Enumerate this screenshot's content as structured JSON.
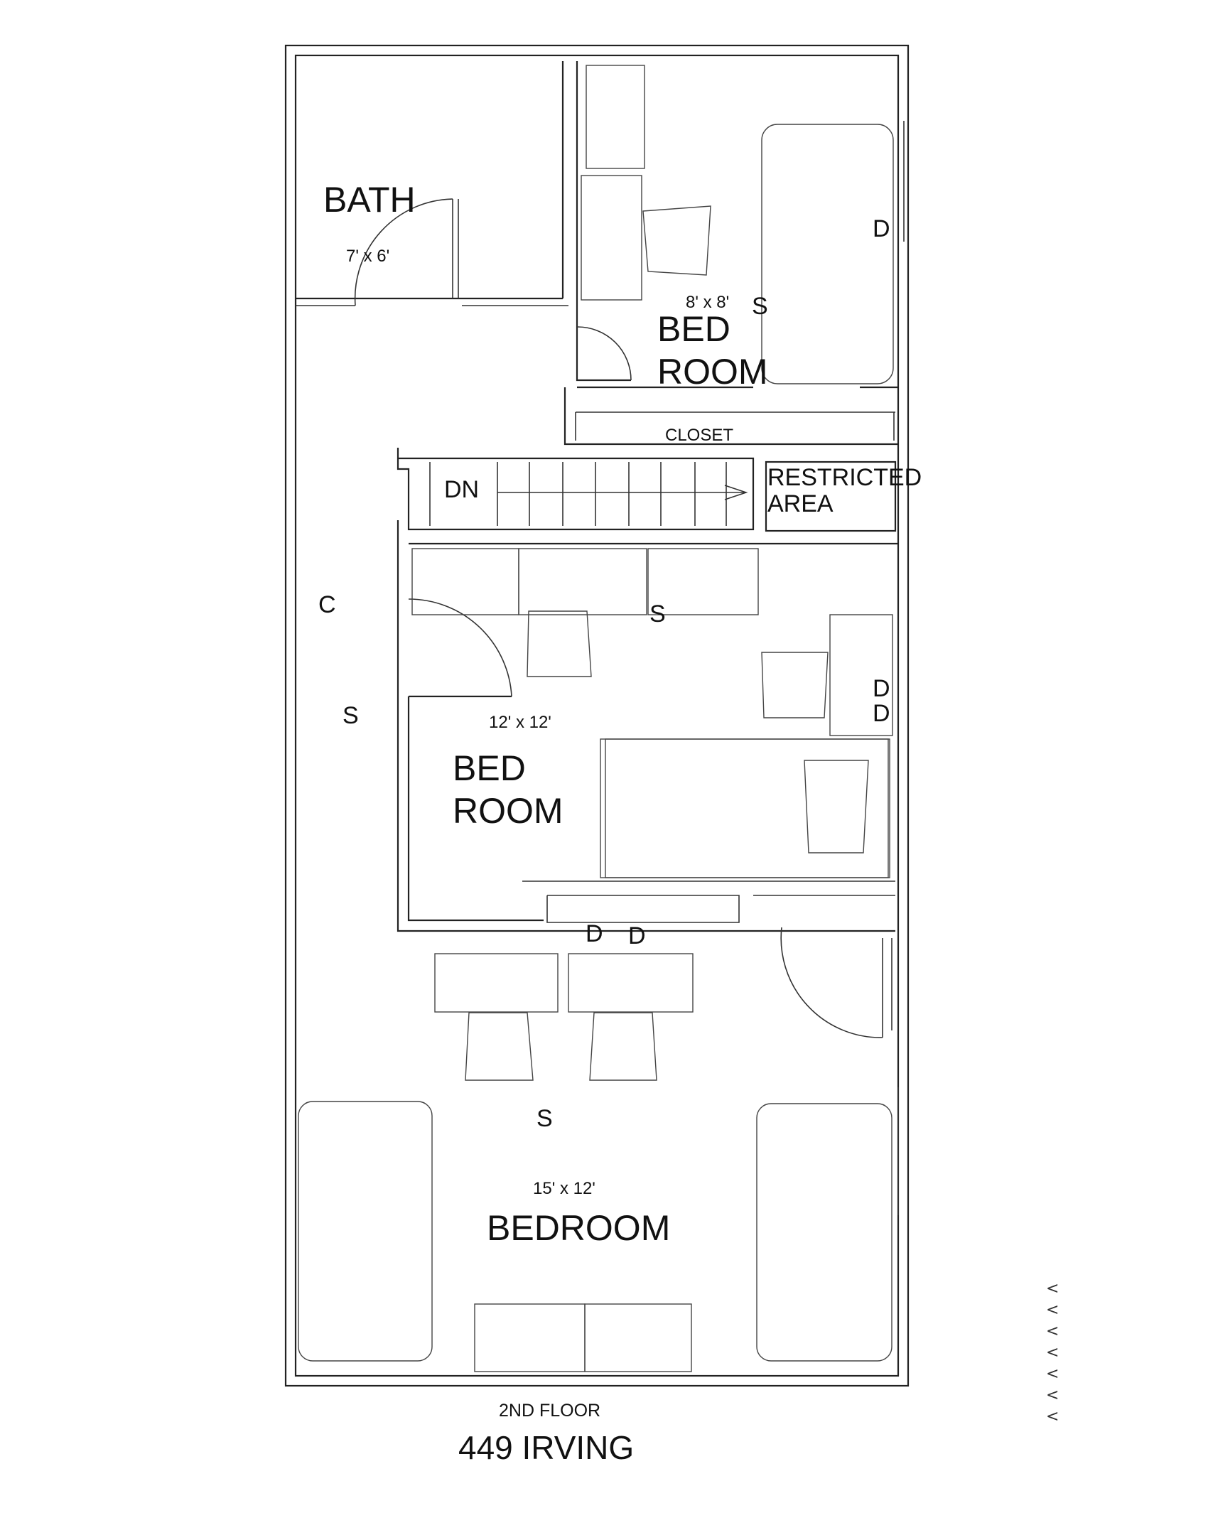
{
  "plan": {
    "floor_label": "2ND FLOOR",
    "address": "449 IRVING",
    "rooms": {
      "bath": {
        "name": "BATH",
        "size": "7' x 6'"
      },
      "bedroom_small": {
        "name_line1": "BED",
        "name_line2": "ROOM",
        "size": "8' x 8'"
      },
      "closet": {
        "name": "CLOSET"
      },
      "stairs": {
        "label": "DN"
      },
      "restricted": {
        "line1": "RESTRICTED",
        "line2": "AREA"
      },
      "bedroom_middle": {
        "name_line1": "BED",
        "name_line2": "ROOM",
        "size": "12' x 12'"
      },
      "bedroom_large": {
        "name": "BEDROOM",
        "size": "15' x 12'"
      }
    },
    "markers": {
      "smoke": "S",
      "detector": "D",
      "co": "C"
    },
    "margin_marks": [
      "<",
      "<",
      "<",
      "<",
      "<",
      "<",
      "<"
    ]
  }
}
